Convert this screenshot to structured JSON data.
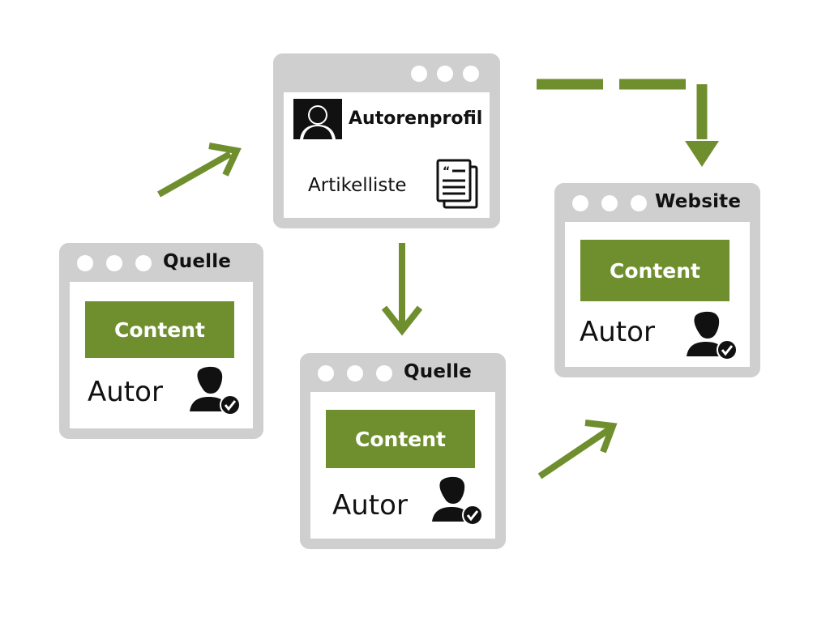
{
  "profile": {
    "title": "Autorenprofil",
    "list_label": "Artikelliste",
    "avatar_icon": "profile-silhouette-icon",
    "doc_icon": "article-document-icon"
  },
  "source_left": {
    "title": "Quelle",
    "content_label": "Content",
    "author_label": "Autor",
    "author_icon": "verified-author-icon"
  },
  "source_middle": {
    "title": "Quelle",
    "content_label": "Content",
    "author_label": "Autor",
    "author_icon": "verified-author-icon"
  },
  "website": {
    "title": "Website",
    "content_label": "Content",
    "author_label": "Autor",
    "author_icon": "verified-author-icon"
  },
  "colors": {
    "accent_green": "#6f8f2e",
    "window_gray": "#cfcfcf",
    "text": "#111111"
  }
}
